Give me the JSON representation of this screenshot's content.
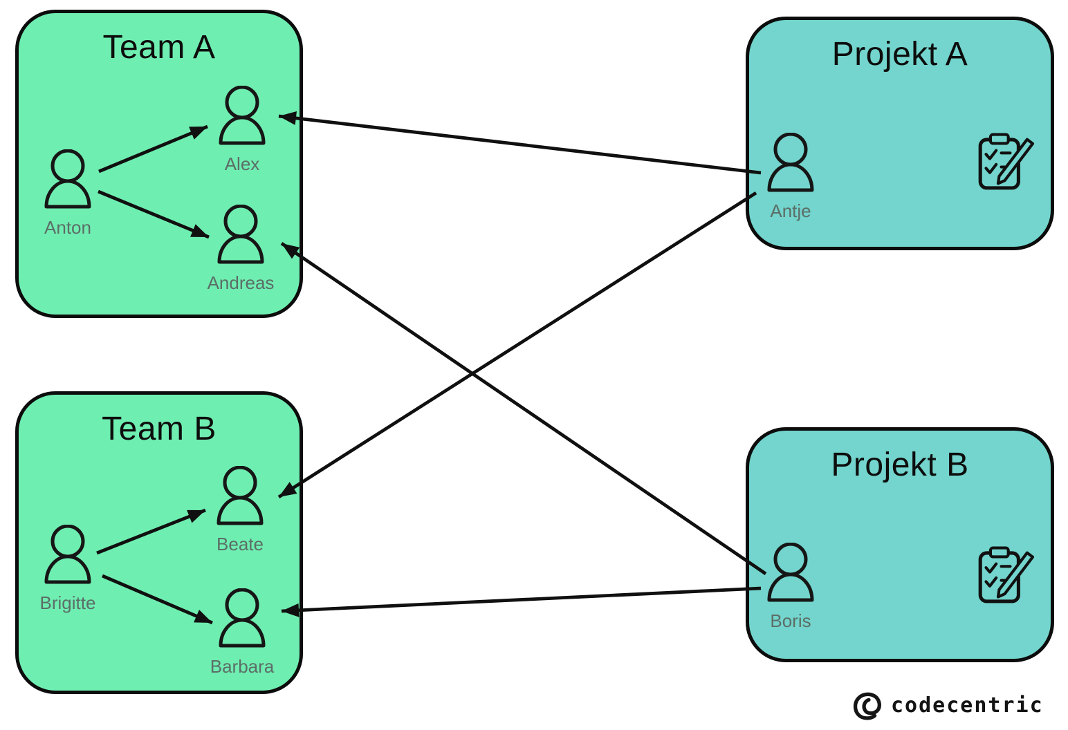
{
  "boxes": {
    "team_a": {
      "title": "Team A"
    },
    "team_b": {
      "title": "Team B"
    },
    "projekt_a": {
      "title": "Projekt A"
    },
    "projekt_b": {
      "title": "Projekt B"
    }
  },
  "people": {
    "anton": {
      "name": "Anton"
    },
    "alex": {
      "name": "Alex"
    },
    "andreas": {
      "name": "Andreas"
    },
    "brigitte": {
      "name": "Brigitte"
    },
    "beate": {
      "name": "Beate"
    },
    "barbara": {
      "name": "Barbara"
    },
    "antje": {
      "name": "Antje"
    },
    "boris": {
      "name": "Boris"
    }
  },
  "connections": {
    "internal": [
      [
        "anton",
        "alex"
      ],
      [
        "anton",
        "andreas"
      ],
      [
        "brigitte",
        "beate"
      ],
      [
        "brigitte",
        "barbara"
      ]
    ],
    "external": [
      [
        "antje",
        "alex"
      ],
      [
        "antje",
        "beate"
      ],
      [
        "boris",
        "andreas"
      ],
      [
        "boris",
        "barbara"
      ]
    ]
  },
  "icons": {
    "person": "person-icon",
    "checklist": "clipboard-checklist-icon",
    "logo": "codecentric-logo-icon"
  },
  "colors": {
    "team_fill": "#6feeb1",
    "project_fill": "#73d5cd",
    "outline": "#0c0c0c",
    "label": "#5b6e67",
    "arrow": "#101010"
  },
  "footer": {
    "brand": "codecentric"
  }
}
